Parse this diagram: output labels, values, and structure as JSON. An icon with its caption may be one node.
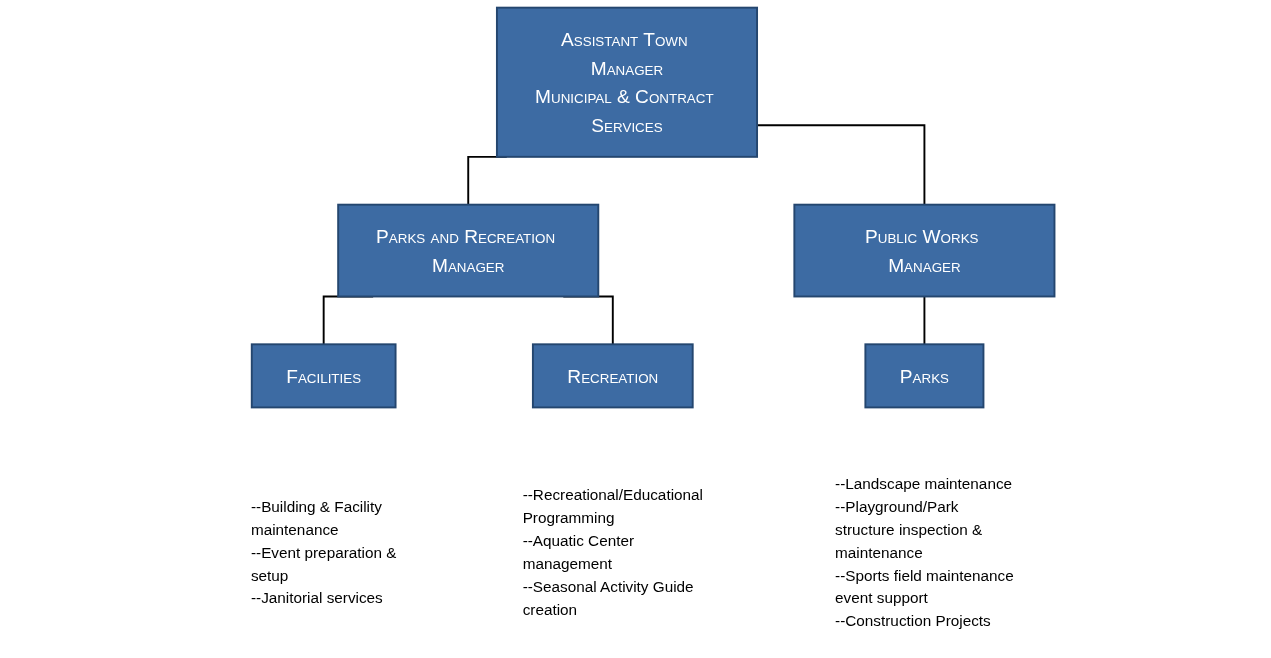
{
  "diagram": {
    "nodes": [
      {
        "text": [
          "Assistant Town Manager",
          "Municipal & Contract Services"
        ]
      },
      {
        "text": [
          "Parks and Recreation Manager"
        ]
      },
      {
        "text": [
          "Public Works Manager"
        ]
      },
      {
        "text": [
          "Facilities"
        ],
        "beside": [
          "--Building & Facility maintenance",
          "--Event preparation & setup",
          "--Janitorial services"
        ]
      },
      {
        "text": [
          "Recreation"
        ],
        "beside": [
          "--Recreational/Educational Programming",
          "--Aquatic Center management",
          "--Seasonal Activity Guide creation"
        ]
      },
      {
        "text": [
          "Parks"
        ],
        "beside": [
          "--Landscape maintenance",
          "--Playground/Park structure inspection & maintenance",
          "--Sports field maintenance event support",
          "--Construction Projects"
        ]
      }
    ],
    "edges": [
      {
        "from": 0,
        "to": 1,
        "arrow": "none"
      },
      {
        "from": 0,
        "to": 2,
        "arrow": "none"
      },
      {
        "from": 1,
        "to": 3,
        "arrow": "none"
      },
      {
        "from": 1,
        "to": 4,
        "arrow": "none"
      },
      {
        "from": 2,
        "to": 5,
        "arrow": "none"
      }
    ]
  }
}
